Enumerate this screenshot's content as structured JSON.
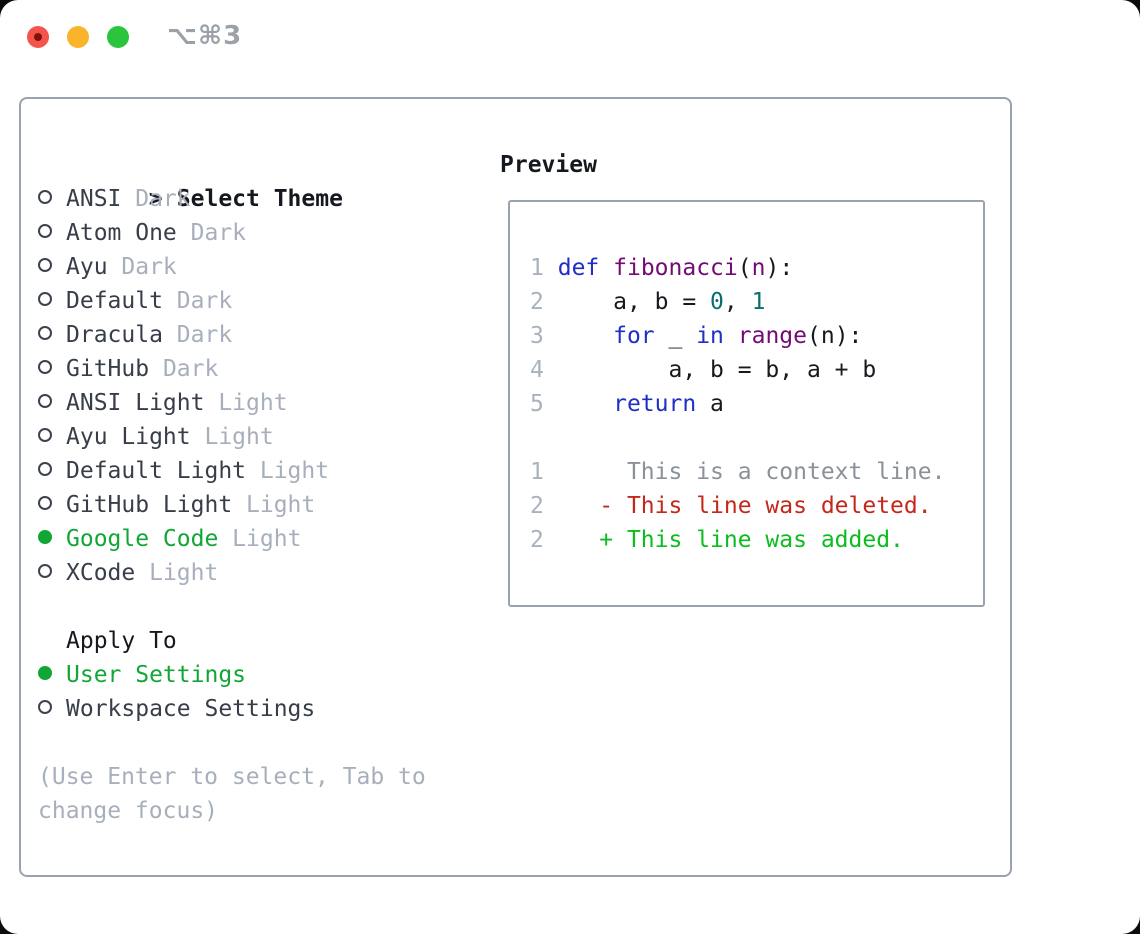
{
  "window": {
    "shortcut": "⌥⌘3",
    "traffic_lights": [
      "close",
      "minimize",
      "zoom"
    ]
  },
  "theme_selector": {
    "prompt": ">",
    "title": "Select Theme",
    "items": [
      {
        "name": "ANSI",
        "variant": "Dark",
        "selected": false
      },
      {
        "name": "Atom One",
        "variant": "Dark",
        "selected": false
      },
      {
        "name": "Ayu",
        "variant": "Dark",
        "selected": false
      },
      {
        "name": "Default",
        "variant": "Dark",
        "selected": false
      },
      {
        "name": "Dracula",
        "variant": "Dark",
        "selected": false
      },
      {
        "name": "GitHub",
        "variant": "Dark",
        "selected": false
      },
      {
        "name": "ANSI Light",
        "variant": "Light",
        "selected": false
      },
      {
        "name": "Ayu Light",
        "variant": "Light",
        "selected": false
      },
      {
        "name": "Default Light",
        "variant": "Light",
        "selected": false
      },
      {
        "name": "GitHub Light",
        "variant": "Light",
        "selected": false
      },
      {
        "name": "Google Code",
        "variant": "Light",
        "selected": true
      },
      {
        "name": "XCode",
        "variant": "Light",
        "selected": false
      }
    ]
  },
  "apply_to": {
    "title": "Apply To",
    "options": [
      {
        "label": "User Settings",
        "selected": true
      },
      {
        "label": "Workspace Settings",
        "selected": false
      }
    ]
  },
  "help_text": "(Use Enter to select, Tab to change focus)",
  "preview": {
    "title": "Preview",
    "code_lines": [
      {
        "number": "1",
        "segments": [
          {
            "t": "def",
            "c": "kw"
          },
          {
            "t": " ",
            "c": "plain"
          },
          {
            "t": "fibonacci",
            "c": "fn"
          },
          {
            "t": "(",
            "c": "plain"
          },
          {
            "t": "n",
            "c": "fn"
          },
          {
            "t": "):",
            "c": "plain"
          }
        ]
      },
      {
        "number": "2",
        "segments": [
          {
            "t": "    a, b = ",
            "c": "plain"
          },
          {
            "t": "0",
            "c": "num"
          },
          {
            "t": ", ",
            "c": "plain"
          },
          {
            "t": "1",
            "c": "num"
          }
        ]
      },
      {
        "number": "3",
        "segments": [
          {
            "t": "    ",
            "c": "plain"
          },
          {
            "t": "for",
            "c": "kw"
          },
          {
            "t": " _ ",
            "c": "plain"
          },
          {
            "t": "in",
            "c": "kw"
          },
          {
            "t": " ",
            "c": "plain"
          },
          {
            "t": "range",
            "c": "fn"
          },
          {
            "t": "(n):",
            "c": "plain"
          }
        ]
      },
      {
        "number": "4",
        "segments": [
          {
            "t": "        a, b = b, a + b",
            "c": "plain"
          }
        ]
      },
      {
        "number": "5",
        "segments": [
          {
            "t": "    ",
            "c": "plain"
          },
          {
            "t": "return",
            "c": "kw"
          },
          {
            "t": " a",
            "c": "plain"
          }
        ]
      }
    ],
    "diff_lines": [
      {
        "number": "1",
        "segments": [
          {
            "t": "     This is a context line.",
            "c": "ctx"
          }
        ]
      },
      {
        "number": "2",
        "segments": [
          {
            "t": "   - This line was deleted.",
            "c": "del"
          }
        ]
      },
      {
        "number": "2",
        "segments": [
          {
            "t": "   + This line was added.",
            "c": "add"
          }
        ]
      }
    ]
  },
  "colors": {
    "selected_green": "#12a637",
    "keyword_blue": "#1e2fc4",
    "function_purple": "#740b74",
    "number_teal": "#0c6d6d",
    "deleted_red": "#c3281b",
    "added_green": "#0bbd1d",
    "context_gray": "#8b9199",
    "line_number_gray": "#a8b2bf",
    "muted_gray": "#a8afbc",
    "border_gray": "#9aa2ae",
    "traffic_red": "#f5544d",
    "traffic_yellow": "#f9b42c",
    "traffic_green": "#2bc53d"
  }
}
